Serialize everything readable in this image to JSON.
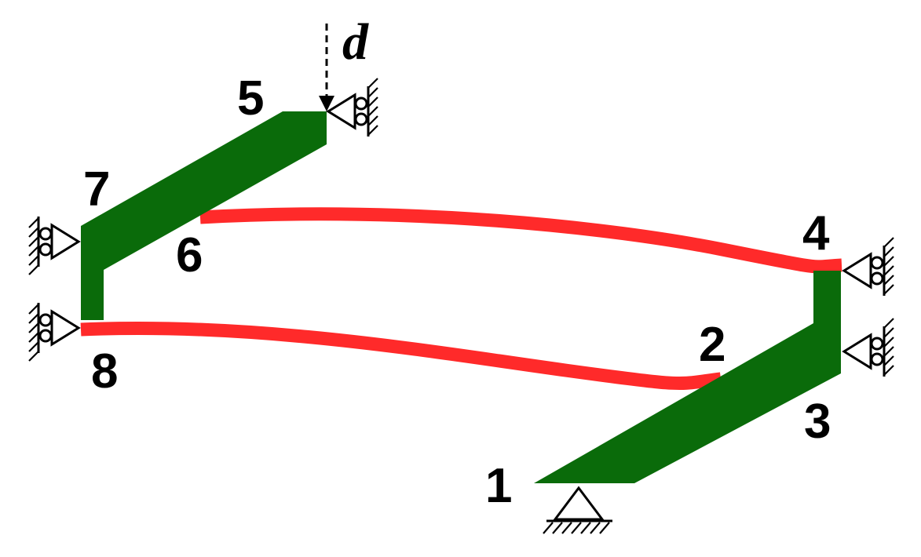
{
  "colors": {
    "rigid_link": "#0a6b0a",
    "flexure": "#ff2a2a",
    "background": "#ffffff",
    "ink": "#000000"
  },
  "nodes": {
    "n1": "1",
    "n2": "2",
    "n3": "3",
    "n4": "4",
    "n5": "5",
    "n6": "6",
    "n7": "7",
    "n8": "8"
  },
  "input": {
    "displacement_label": "d"
  },
  "icons": {
    "pin_support": "pin-support-icon",
    "roller_support": "roller-support-icon",
    "displacement_arrow": "dashed-arrow-down-icon"
  }
}
